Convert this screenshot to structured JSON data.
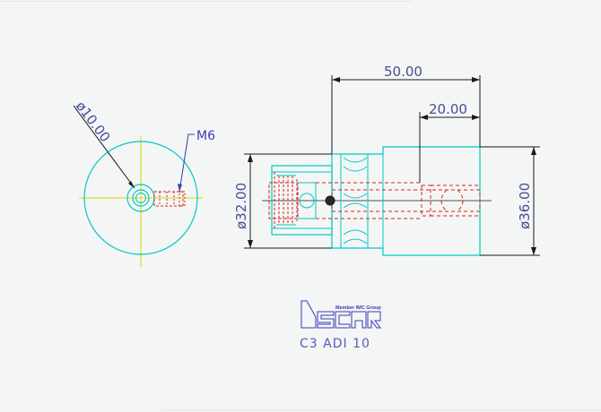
{
  "drawing": {
    "title": "C3 ADI 10",
    "logo": {
      "tagline": "Member IMC Group",
      "brand": "ISCAR"
    },
    "dimensions": {
      "dia_bore": "ø10.00",
      "thread": "M6",
      "length_total": "50.00",
      "length_partial": "20.00",
      "dia_small": "ø32.00",
      "dia_large": "ø36.00"
    },
    "colors": {
      "background": "#f3f6f4",
      "outline": "#00c8c8",
      "hidden": "#e02020",
      "dimension": "#1a1a1a",
      "centerline": "#d8d800",
      "text": "#4a4a9a"
    }
  }
}
